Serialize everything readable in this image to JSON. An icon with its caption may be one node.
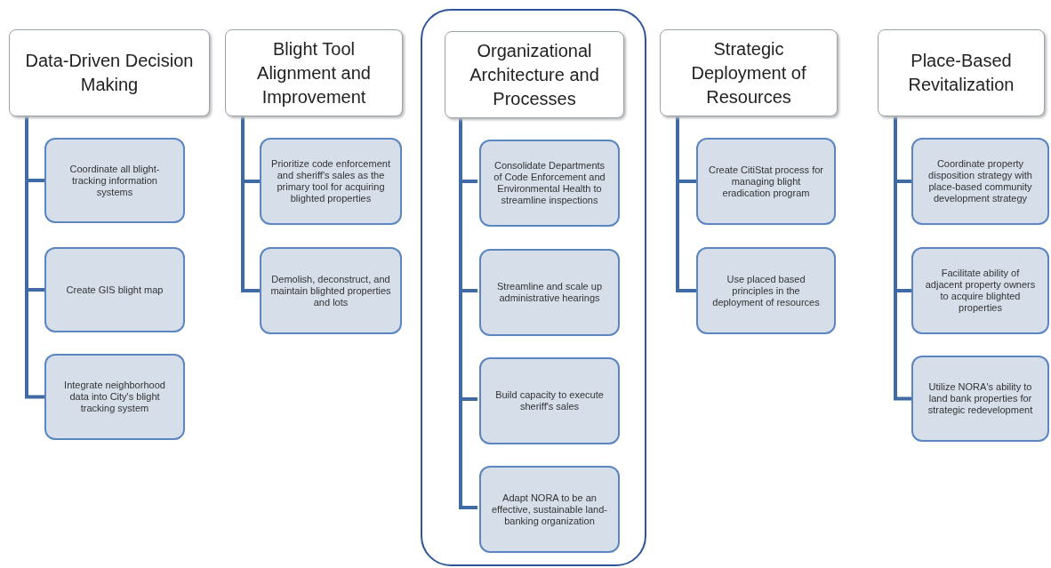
{
  "diagram": {
    "nodes": [
      {
        "text": [
          "Data-Driven Decision Making"
        ]
      },
      {
        "text": [
          "Coordinate all blight-tracking information systems"
        ]
      },
      {
        "text": [
          "Create GIS blight map"
        ]
      },
      {
        "text": [
          "Integrate neighborhood data into City's blight tracking system"
        ]
      },
      {
        "text": [
          "Blight Tool Alignment and Improvement"
        ]
      },
      {
        "text": [
          "Prioritize code enforcement and sheriff's sales as the primary tool for acquiring blighted properties"
        ]
      },
      {
        "text": [
          "Demolish, deconstruct, and maintain blighted properties and lots"
        ]
      },
      {
        "text": [],
        "shape": "box"
      },
      {
        "text": [
          "Organizational Architecture and Processes"
        ],
        "in": 7
      },
      {
        "text": [
          "Consolidate Departments of Code Enforcement and Environmental Health to streamline inspections"
        ],
        "in": 7
      },
      {
        "text": [
          "Streamline and scale up administrative hearings"
        ],
        "in": 7
      },
      {
        "text": [
          "Build capacity to execute sheriff's sales"
        ],
        "in": 7
      },
      {
        "text": [
          "Adapt NORA to be an effective, sustainable land-banking organization"
        ],
        "in": 7
      },
      {
        "text": [
          "Strategic Deployment of Resources"
        ]
      },
      {
        "text": [
          "Create CitiStat process for managing blight eradication program"
        ]
      },
      {
        "text": [
          "Use placed based principles in the deployment of resources"
        ]
      },
      {
        "text": [
          "Place-Based Revitalization"
        ]
      },
      {
        "text": [
          "Coordinate property disposition strategy with place-based community development strategy"
        ]
      },
      {
        "text": [
          "Facilitate ability of adjacent property owners to acquire blighted properties"
        ]
      },
      {
        "text": [
          "Utilize NORA's ability to land bank properties for strategic redevelopment"
        ]
      }
    ],
    "edges": [
      {
        "from": 0,
        "to": 1,
        "arrow": "none"
      },
      {
        "from": 0,
        "to": 2,
        "arrow": "none"
      },
      {
        "from": 0,
        "to": 3,
        "arrow": "none"
      },
      {
        "from": 4,
        "to": 5,
        "arrow": "none"
      },
      {
        "from": 4,
        "to": 6,
        "arrow": "none"
      },
      {
        "from": 8,
        "to": 9,
        "arrow": "none"
      },
      {
        "from": 8,
        "to": 10,
        "arrow": "none"
      },
      {
        "from": 8,
        "to": 11,
        "arrow": "none"
      },
      {
        "from": 8,
        "to": 12,
        "arrow": "none"
      },
      {
        "from": 13,
        "to": 14,
        "arrow": "none"
      },
      {
        "from": 13,
        "to": 15,
        "arrow": "none"
      },
      {
        "from": 16,
        "to": 17,
        "arrow": "none"
      },
      {
        "from": 16,
        "to": 18,
        "arrow": "none"
      },
      {
        "from": 16,
        "to": 19,
        "arrow": "none"
      }
    ]
  }
}
